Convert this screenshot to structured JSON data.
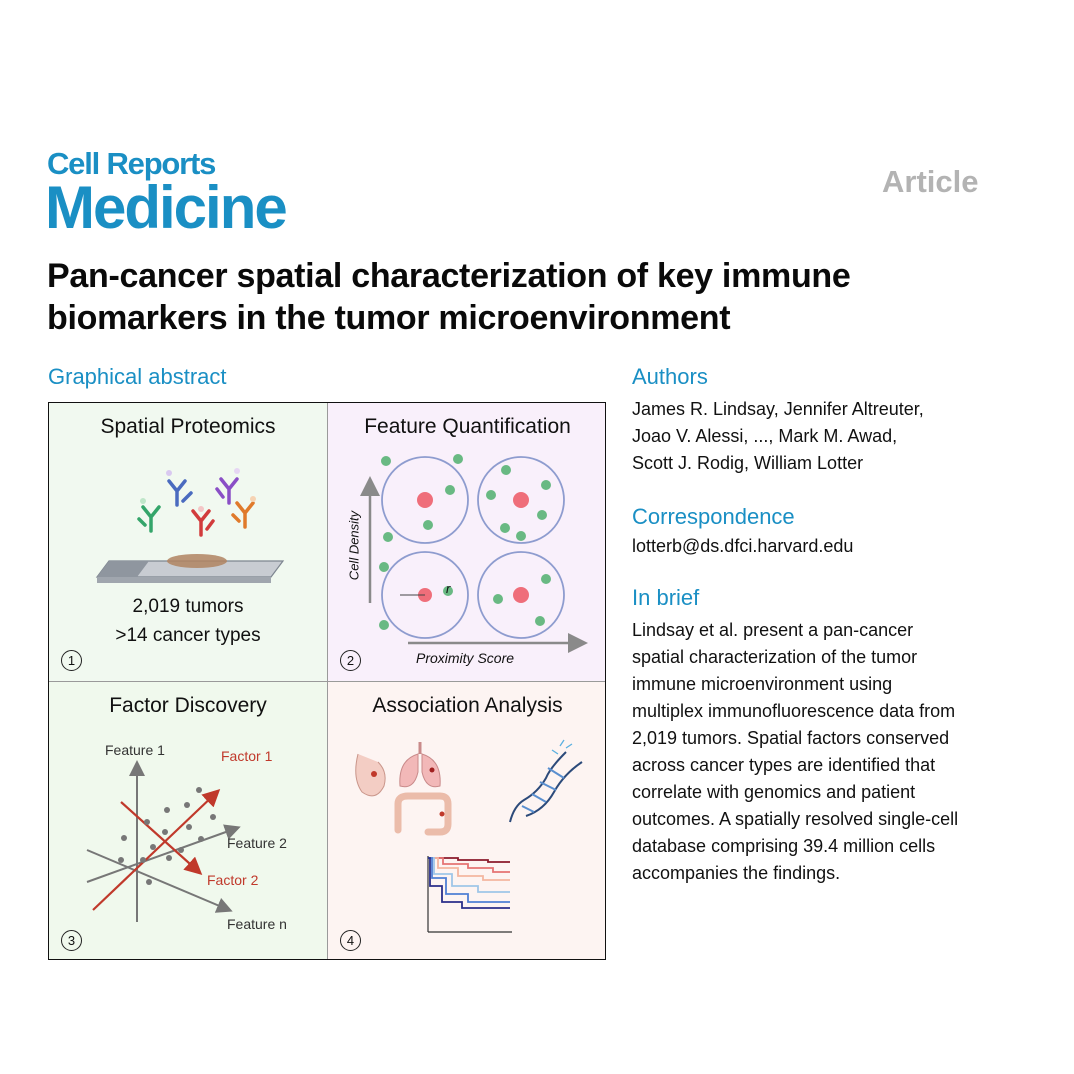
{
  "journal": {
    "line1": "Cell Reports",
    "line2": "Medicine"
  },
  "article_type": "Article",
  "title": "Pan-cancer spatial characterization of key immune biomarkers in the tumor microenvironment",
  "graphical_abstract": {
    "heading": "Graphical abstract",
    "panels": [
      {
        "title": "Spatial Proteomics",
        "number": "1",
        "stat1": "2,019 tumors",
        "stat2": ">14 cancer types"
      },
      {
        "title": "Feature Quantification",
        "number": "2",
        "y_label": "Cell Density",
        "x_label": "Proximity Score",
        "radius_label": "r"
      },
      {
        "title": "Factor Discovery",
        "number": "3",
        "feature1": "Feature 1",
        "feature2": "Feature 2",
        "featuren": "Feature n",
        "factor1": "Factor 1",
        "factor2": "Factor 2"
      },
      {
        "title": "Association Analysis",
        "number": "4"
      }
    ]
  },
  "authors": {
    "heading": "Authors",
    "line1": "James R. Lindsay, Jennifer Altreuter,",
    "line2": "Joao V. Alessi, ..., Mark M. Awad,",
    "line3": "Scott J. Rodig, William Lotter"
  },
  "correspondence": {
    "heading": "Correspondence",
    "email": "lotterb@ds.dfci.harvard.edu"
  },
  "in_brief": {
    "heading": "In brief",
    "lines": [
      "Lindsay et al. present a pan-cancer",
      "spatial characterization of the tumor",
      "immune microenvironment using",
      "multiplex immunofluorescence data from",
      "2,019 tumors. Spatial factors conserved",
      "across cancer types are identified that",
      "correlate with genomics and patient",
      "outcomes. A spatially resolved single-cell",
      "database comprising 39.4 million cells",
      "accompanies the findings."
    ]
  },
  "colors": {
    "brand_blue": "#1a8fc4",
    "article_gray": "#b3b3b3",
    "factor_red": "#c0392b"
  }
}
